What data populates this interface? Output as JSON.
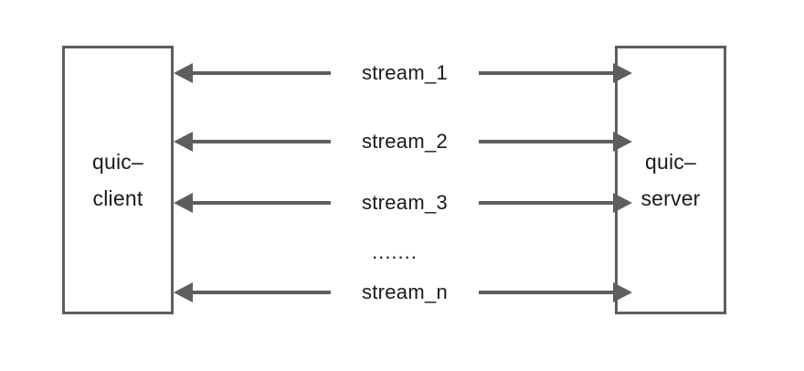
{
  "diagram": {
    "type": "quic-stream-multiplexing",
    "background_color": "#ffffff",
    "line_color": "#5e5e5e",
    "text_color": "#1a1a1a",
    "nodes": [
      {
        "id": "client",
        "line1": "quic–",
        "line2": "client"
      },
      {
        "id": "server",
        "line1": "quic–",
        "line2": "server"
      }
    ],
    "connections": [
      {
        "id": "stream_1",
        "label": "stream_1",
        "direction": "bidirectional"
      },
      {
        "id": "stream_2",
        "label": "stream_2",
        "direction": "bidirectional"
      },
      {
        "id": "stream_3",
        "label": "stream_3",
        "direction": "bidirectional"
      },
      {
        "id": "stream_n",
        "label": "stream_n",
        "direction": "bidirectional"
      }
    ],
    "ellipsis": "......."
  }
}
